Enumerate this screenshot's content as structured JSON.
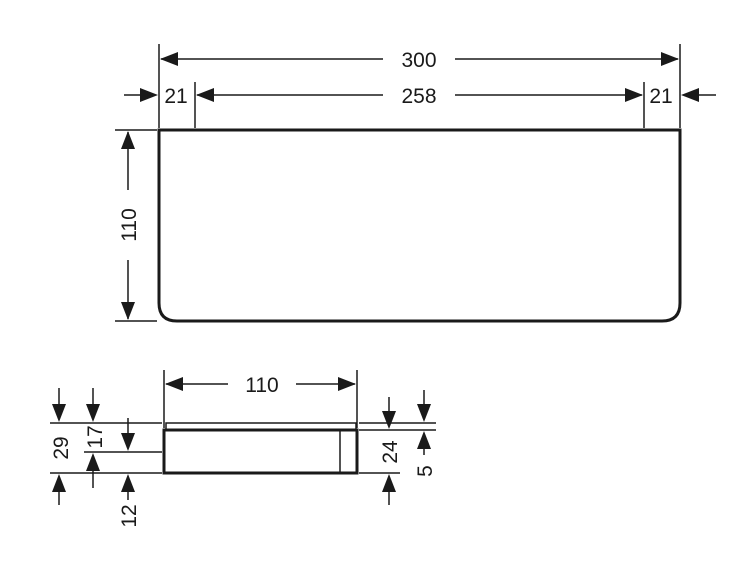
{
  "top_view": {
    "overall_width": "300",
    "inner_width": "258",
    "left_offset": "21",
    "right_offset": "21",
    "depth": "110"
  },
  "side_view": {
    "depth": "110",
    "total_height": "29",
    "upper_height": "17",
    "lower_height": "12",
    "body_height": "24",
    "lid_thickness": "5"
  }
}
